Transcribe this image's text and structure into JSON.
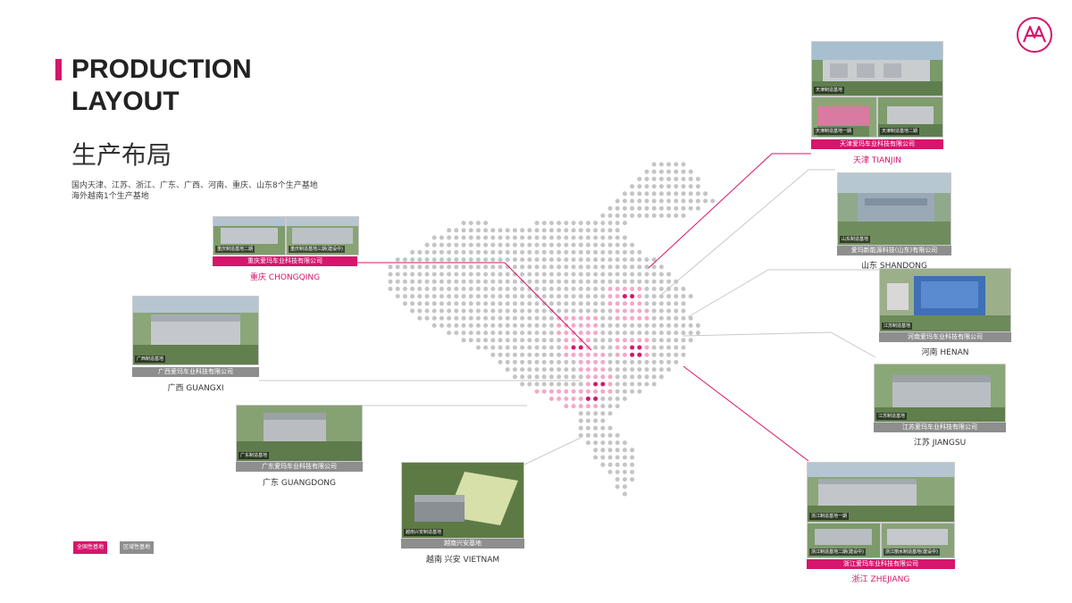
{
  "header": {
    "title_line1": "PRODUCTION",
    "title_line2": "LAYOUT",
    "subtitle_cn": "生产布局",
    "desc_line1": "国内天津、江苏、浙江、广东、广西、河南、重庆、山东8个生产基地",
    "desc_line2": "海外越南1个生产基地"
  },
  "colors": {
    "accent": "#d6156c",
    "grey": "#8e8e8e",
    "dot": "#bdbdbd"
  },
  "icons": {
    "logo": "aa-logo-icon"
  },
  "legend": {
    "national": "全国性基地",
    "regional": "区域性基地"
  },
  "sites": {
    "tianjin": {
      "company": "天津爱玛车业科技有限公司",
      "place": "天津 TIANJIN",
      "photo_labels": [
        "天津制造基地",
        "天津制造基地一期",
        "天津制造基地二期"
      ]
    },
    "shandong": {
      "company": "爱玛新能源科技(山东)有限公司",
      "place": "山东 SHANDONG",
      "photo_labels": [
        "山东制造基地"
      ]
    },
    "henan": {
      "company": "河南爱玛车业科技有限公司",
      "place": "河南 HENAN",
      "photo_labels": [
        "江苏制造基地"
      ]
    },
    "jiangsu": {
      "company": "江苏爱玛车业科技有限公司",
      "place": "江苏 JIANGSU",
      "photo_labels": [
        "江苏制造基地"
      ]
    },
    "zhejiang": {
      "company": "浙江爱玛车业科技有限公司",
      "place": "浙江 ZHEJIANG",
      "photo_labels": [
        "浙江制造基地一期",
        "浙江制造基地二期(建设中)",
        "浙江丽水制造基地(建设中)"
      ]
    },
    "chongqing": {
      "company": "重庆爱玛车业科技有限公司",
      "place": "重庆 CHONGQING",
      "photo_labels": [
        "重庆制造基地二期",
        "重庆制造基地三期(建设中)"
      ]
    },
    "guangxi": {
      "company": "广西爱玛车业科技有限公司",
      "place": "广西 GUANGXI",
      "photo_labels": [
        "广西制造基地"
      ]
    },
    "guangdong": {
      "company": "广东爱玛车业科技有限公司",
      "place": "广东 GUANGDONG",
      "photo_labels": [
        "广东制造基地"
      ]
    },
    "vietnam": {
      "company": "越南兴安基地",
      "place": "越南 兴安 VIETNAM",
      "photo_labels": [
        "越南兴安制造基地"
      ]
    }
  }
}
